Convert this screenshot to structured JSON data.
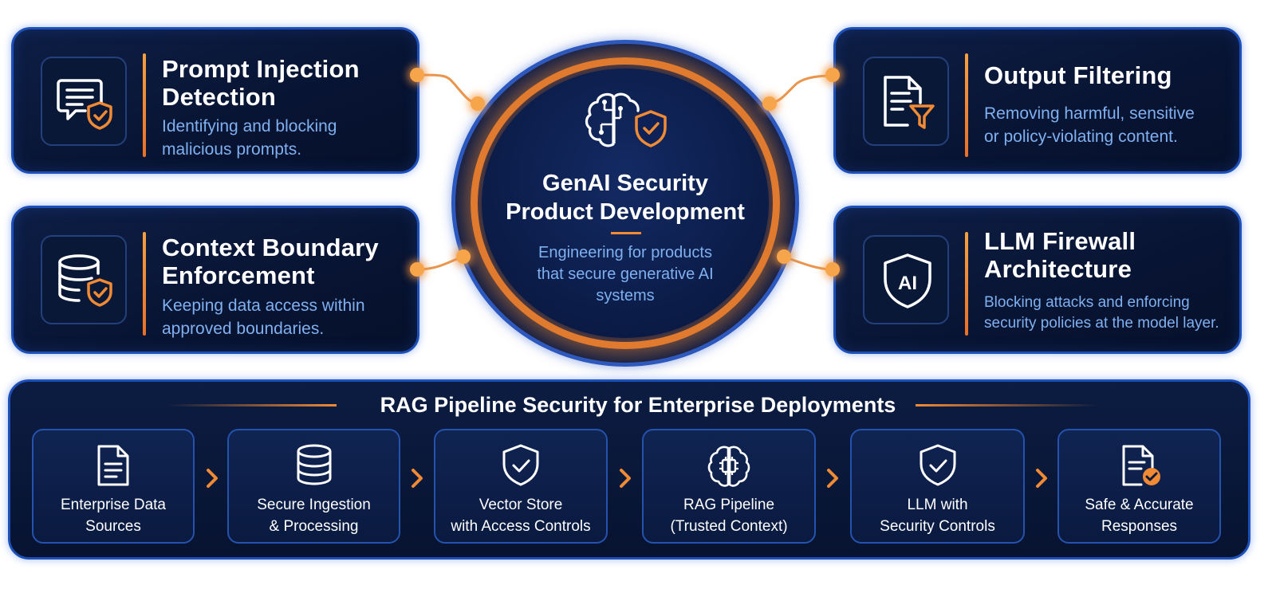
{
  "hub": {
    "title_line1": "GenAI Security",
    "title_line2": "Product Development",
    "desc_line1": "Engineering for products",
    "desc_line2": "that secure generative AI",
    "desc_line3": "systems"
  },
  "cards": {
    "prompt": {
      "title_line1": "Prompt Injection",
      "title_line2": "Detection",
      "desc_line1": "Identifying and blocking",
      "desc_line2": "malicious prompts."
    },
    "context": {
      "title_line1": "Context Boundary",
      "title_line2": "Enforcement",
      "desc_line1": "Keeping data access within",
      "desc_line2": "approved boundaries."
    },
    "output": {
      "title_line1": "Output Filtering",
      "desc_line1": "Removing harmful, sensitive",
      "desc_line2": "or policy-violating content."
    },
    "firewall": {
      "title_line1": "LLM Firewall",
      "title_line2": "Architecture",
      "icon_text": "AI",
      "desc_line1": "Blocking attacks and enforcing",
      "desc_line2": "security policies at the model layer."
    }
  },
  "pipeline": {
    "title": "RAG Pipeline Security for Enterprise Deployments",
    "steps": [
      {
        "label": "Enterprise Data\nSources",
        "icon": "document-icon"
      },
      {
        "label": "Secure Ingestion\n& Processing",
        "icon": "database-icon"
      },
      {
        "label": "Vector Store\nwith Access Controls",
        "icon": "shield-check-icon"
      },
      {
        "label": "RAG Pipeline\n(Trusted Context)",
        "icon": "brain-chip-icon"
      },
      {
        "label": "LLM with\nSecurity Controls",
        "icon": "shield-check-icon"
      },
      {
        "label": "Safe & Accurate\nResponses",
        "icon": "document-check-icon"
      }
    ]
  },
  "colors": {
    "background": "#ffffff",
    "panel": "#0b1a40",
    "border_blue": "#1d4fb8",
    "accent_orange": "#f08a35",
    "desc_blue": "#7fb0f0",
    "title_white": "#ffffff"
  }
}
